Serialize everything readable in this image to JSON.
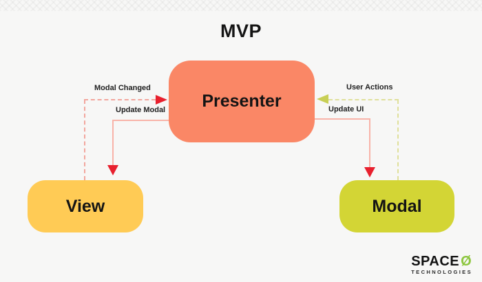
{
  "title": "MVP",
  "nodes": {
    "presenter": {
      "label": "Presenter",
      "fill": "#fa8766"
    },
    "view": {
      "label": "View",
      "fill": "#ffcb55"
    },
    "modal": {
      "label": "Modal",
      "fill": "#d3d535"
    }
  },
  "edges": {
    "modal_changed": {
      "label": "Modal Changed",
      "from": "View",
      "to": "Presenter",
      "style": "dashed",
      "line_color": "#f2a59c",
      "arrow_color": "#e8202e"
    },
    "update_modal": {
      "label": "Update Modal",
      "from": "Presenter",
      "to": "View",
      "style": "solid",
      "line_color": "#f8b3a8",
      "arrow_color": "#e8202e"
    },
    "user_actions": {
      "label": "User Actions",
      "from": "Modal",
      "to": "Presenter",
      "style": "dashed",
      "line_color": "#dfe09a",
      "arrow_color": "#c8cf55"
    },
    "update_ui": {
      "label": "Update UI",
      "from": "Presenter",
      "to": "Modal",
      "style": "solid",
      "line_color": "#f8b3a8",
      "arrow_color": "#e8202e"
    }
  },
  "logo": {
    "brand": "SPACE",
    "o_symbol": "Ø",
    "subtext": "TECHNOLOGIES",
    "accent_color": "#8dc63f"
  },
  "colors": {
    "background": "#f7f7f6",
    "text": "#141414"
  }
}
